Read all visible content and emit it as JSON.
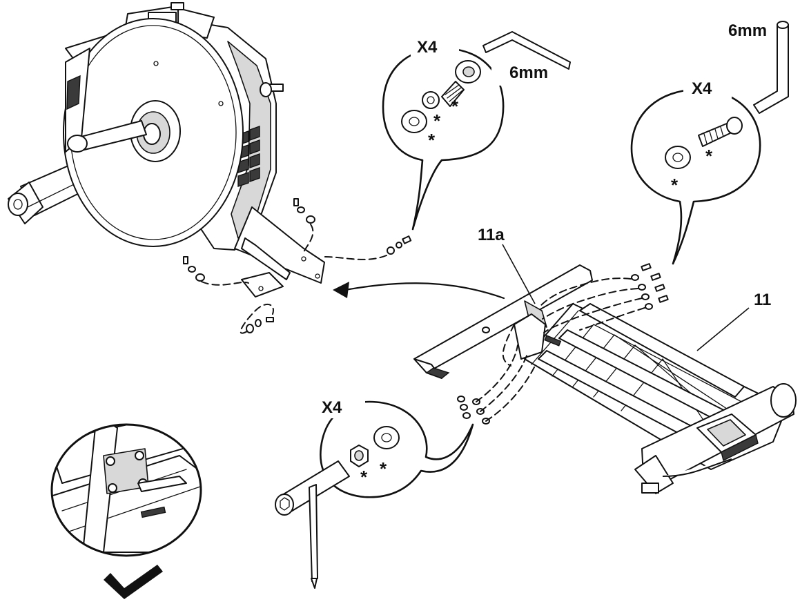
{
  "callouts": {
    "top_center": {
      "qty": "X4",
      "tool": "6mm",
      "stars": [
        "*",
        "*",
        "*"
      ]
    },
    "top_right": {
      "qty": "X4",
      "tool": "6mm",
      "stars": [
        "*",
        "*"
      ]
    },
    "bottom": {
      "qty": "X4",
      "stars": [
        "*",
        "*"
      ]
    }
  },
  "part_labels": {
    "crossbar": "11a",
    "rear_base": "11"
  },
  "status": {
    "check": "correct-assembly"
  }
}
